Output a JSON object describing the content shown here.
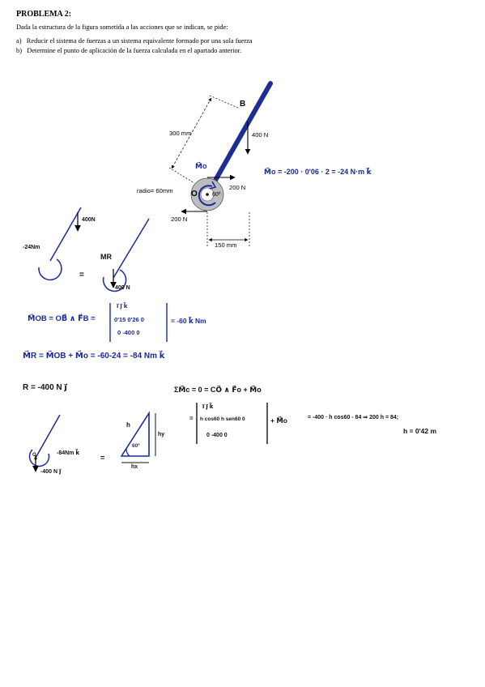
{
  "problem": {
    "title": "PROBLEMA 2:",
    "intro": "Dada la estructura de la figura sometida a las acciones que se indican, se pide:",
    "questions": [
      {
        "letter": "a)",
        "text": "Reducir el sistema de fuerzas a un sistema equivalente formado por una sola fuerza"
      },
      {
        "letter": "b)",
        "text": "Determine el punto de aplicación de la fuerza calculada en el apartado anterior."
      }
    ]
  },
  "figure": {
    "point_b": "B",
    "dim_bar_length": "300 mm",
    "force_b": "400 N",
    "moment_label": "M⃗o",
    "radius": "radio= 60mm",
    "point_o": "O",
    "angle": "60º",
    "force_top": "200 N",
    "force_bottom": "200 N",
    "dim_offset": "150 mm"
  },
  "handwriting": {
    "mo_eq": "M⃗o = -200 · 0'06 · 2 = -24 N·m k⃗",
    "left_force": "400N",
    "left_moment": "-24Nm",
    "equals": "=",
    "mr_label": "MR",
    "right_force": "400 N",
    "mob_lhs": "M⃗OB = OB⃗ ∧ F⃗B =",
    "det1_r1": "i⃗    j⃗    k⃗",
    "det1_r2": "0'15  0'26  0",
    "det1_r3": "0   -400   0",
    "mob_result": "= -60 k⃗ Nm",
    "mr_eq": "M⃗R = M⃗OB + M⃗o = -60-24 = -84 Nm k⃗",
    "r_eq": "R = -400 N j⃗",
    "sum_eq": "ΣM⃗c = 0 = CO⃗ ∧ F⃗o + M⃗o",
    "det2_r1": "i⃗       j⃗       k⃗",
    "det2_r2": "h cos60   h sen60   0",
    "det2_r3": "0     -400     0",
    "det2_plus": "+ M⃗o",
    "eq_prefix": "=",
    "solve1": "= -400 · h cos60 - 84 ⇒ 200 h = 84;",
    "solve2": "h = 0'42 m",
    "bottom_point": "O",
    "bottom_moment": "-84Nm k⃗",
    "bottom_equals": "=",
    "bottom_force": "-400 N j⃗",
    "tri_h": "h",
    "tri_hy": "hy",
    "tri_hx": "hx",
    "tri_angle": "60º"
  },
  "colors": {
    "bar": "#1e2f8f",
    "ink_blue": "#1a2a9a",
    "disk_outer": "#bdbdbd",
    "disk_inner": "#ffffff"
  }
}
